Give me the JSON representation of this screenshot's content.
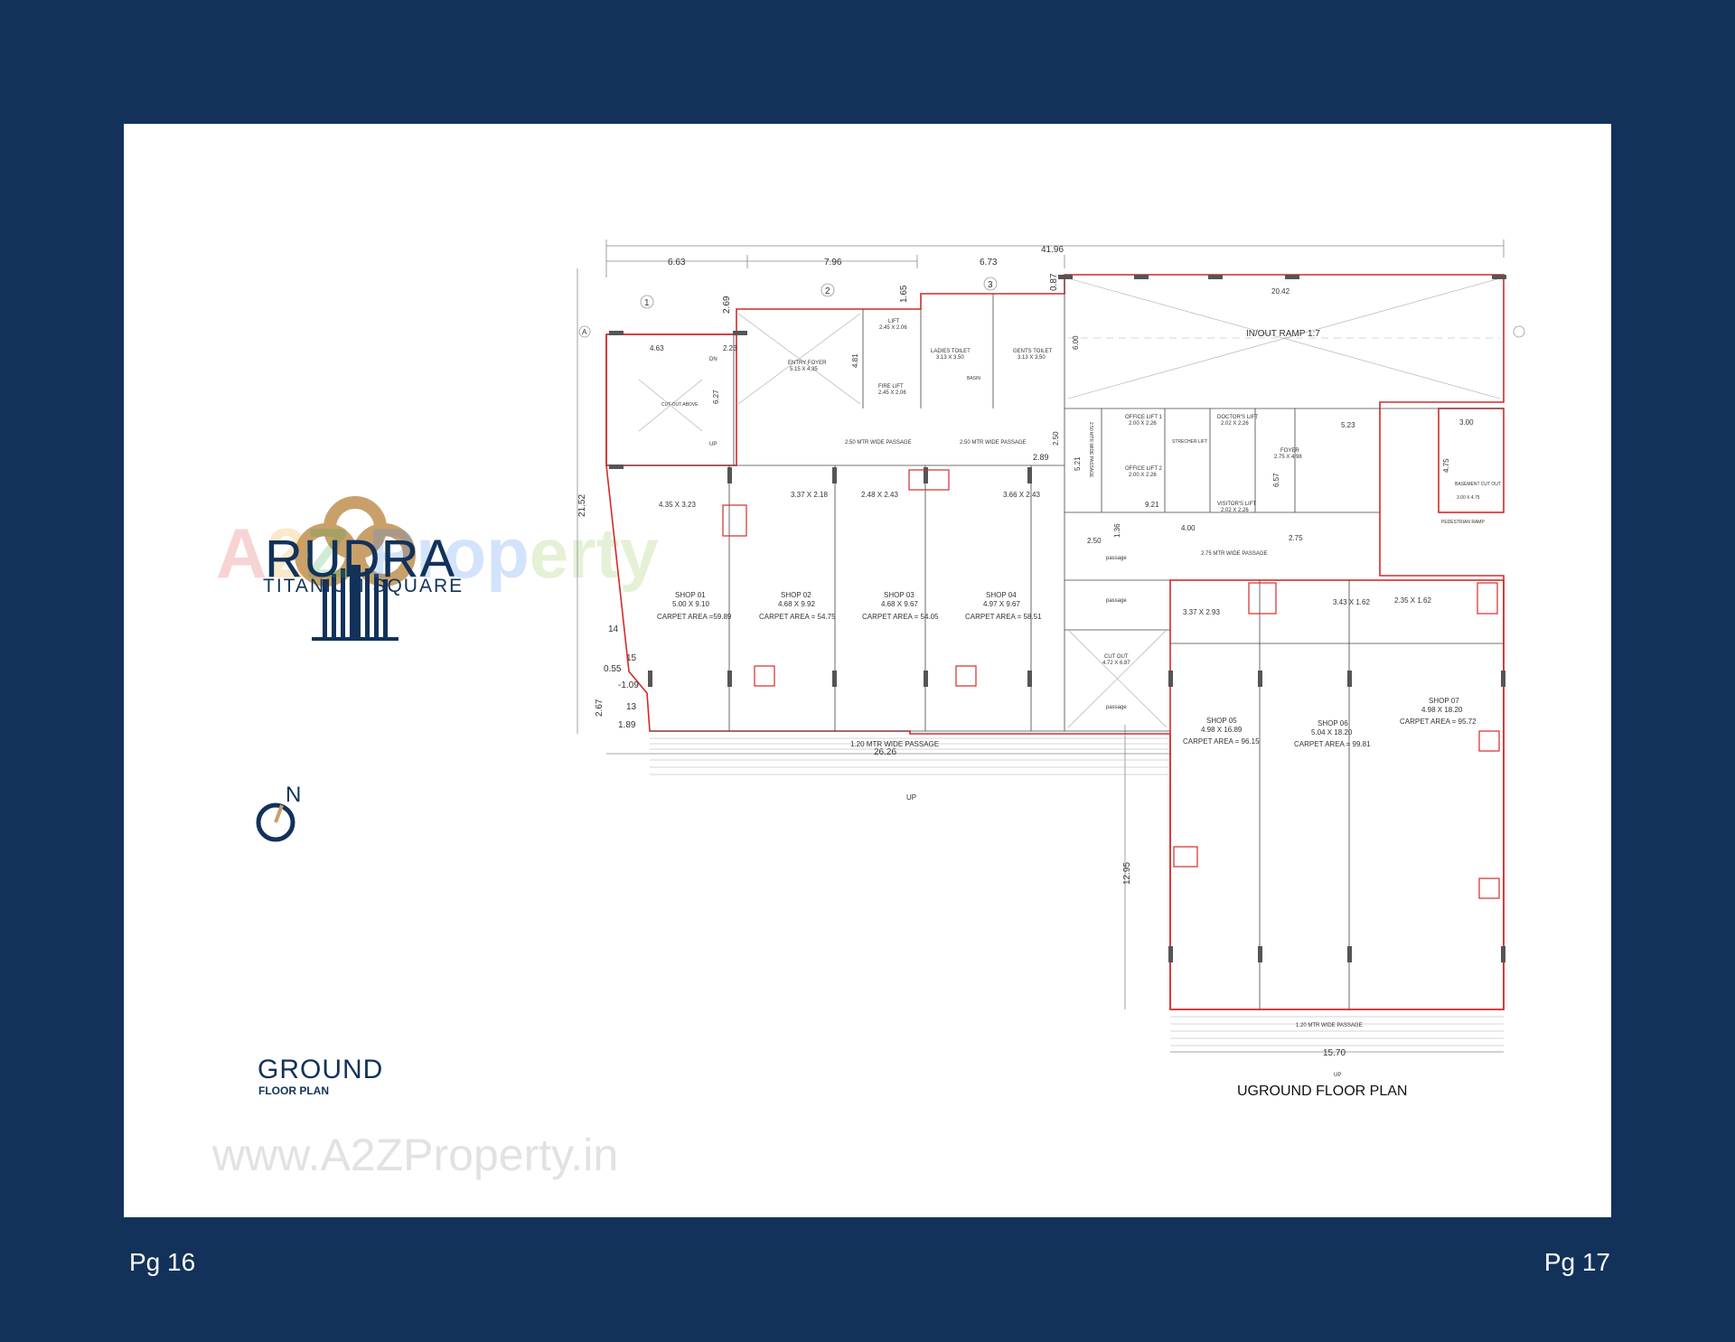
{
  "footer": {
    "left_page": "Pg 16",
    "right_page": "Pg 17"
  },
  "brand": {
    "name": "RUDRA",
    "tagline": "TITANIUM SQUARE",
    "logo_icon": "infinity-flower-building-logo"
  },
  "watermark": {
    "logo_text": "A2Z Property",
    "url": "www.A2ZProperty.in"
  },
  "compass": {
    "letter": "N",
    "icon": "north-arrow-icon"
  },
  "floor_title": {
    "main": "GROUND",
    "sub": "FLOOR PLAN"
  },
  "plan_caption": "UGROUND FLOOR PLAN",
  "colors": {
    "background": "#12325a",
    "sheet": "#ffffff",
    "outline_red": "#d42a2a",
    "logo_gold": "#c9a06a",
    "brand_navy": "#12325a"
  },
  "plan": {
    "overall_dims": {
      "total_width": "41.96",
      "bay_1": "6.63",
      "bay_2": "7.96",
      "bay_3": "6.73",
      "left_height": "21.52",
      "bottom_width": "26.26",
      "right_bottom_width": "15.70",
      "right_height": "12.95"
    },
    "misc_dims": [
      "2.69",
      "1.65",
      "0.87",
      "4.63",
      "2.23",
      "6.27",
      "4.81",
      "6.00",
      "20.42",
      "5.21",
      "2.50",
      "2.89",
      "6.57",
      "5.23",
      "4.75",
      "9.21",
      "4.00",
      "2.75",
      "2.50",
      "1.36",
      "0.55",
      "-1.09",
      "2.67",
      "1.89",
      "3.00"
    ],
    "grid_labels": [
      "1",
      "2",
      "3",
      "A",
      "14",
      "15",
      "13"
    ],
    "rooms": {
      "entry_foyer": "ENTRY FOYER",
      "entry_foyer_dim": "5.15 X 4.35",
      "lift": "LIFT",
      "lift_dim": "2.45 X 2.06",
      "fire_lift": "FIRE LIFT",
      "fire_lift_dim": "2.45 X 2.06",
      "ladies_toilet": "LADIES TOILET",
      "ladies_toilet_dim": "3.13 X 3.50",
      "gents_toilet": "GENTS TOILET",
      "gents_toilet_dim": "3.13 X 3.50",
      "ramp": "IN/OUT RAMP 1:7",
      "passage_a": "2.50 MTR WIDE PASSAGE",
      "passage_b": "2.50 MTR WIDE PASSAGE",
      "passage_c": "2.50 MTR WIDE PASSAGE",
      "passage_d": "2.75 MTR WIDE PASSAGE",
      "office_lift_1": "OFFICE LIFT 1",
      "office_lift_1_dim": "2.00 X 2.26",
      "office_lift_2": "OFFICE LIFT 2",
      "office_lift_2_dim": "2.00 X 2.26",
      "doctors_lift": "DOCTOR'S LIFT",
      "doctors_lift_dim": "2.02 X 2.26",
      "visitors_lift": "VISITOR'S LIFT",
      "visitors_lift_dim": "2.02 X 2.26",
      "strecher_lift": "STRECHER LIFT",
      "foyer": "FOYER",
      "foyer_dim": "2.75 X 4.98",
      "basement_cutout": "BASEMENT CUT OUT",
      "basement_cutout_dim": "3.00 X 4.75",
      "pedestrian_ramp": "PEDESTRIAN RAMP",
      "cut_out": "CUT OUT",
      "cut_out_dim": "4.72 X 6.87",
      "cut_out_above": "CUT-OUT ABOVE",
      "passage_word": "passage",
      "front_passage": "1.20 MTR WIDE PASSAGE",
      "front_up": "UP",
      "right_front_passage": "1.20 MTR WIDE PASSAGE",
      "right_up": "UP",
      "stair_dn": "DN",
      "stair_up": "UP",
      "basin": "BASIN"
    },
    "small_rooms": [
      "4.35 X 3.23",
      "3.37 X 2.18",
      "2.48 X 2.43",
      "3.66 X 2.43",
      "3.37 X 2.93",
      "3.43 X 1.62",
      "2.35 X 1.62"
    ],
    "shops": [
      {
        "name": "SHOP 01",
        "dim": "5.00 X 9.10",
        "area": "CARPET AREA =59.89"
      },
      {
        "name": "SHOP 02",
        "dim": "4.68 X 9.92",
        "area": "CARPET AREA = 54.75"
      },
      {
        "name": "SHOP 03",
        "dim": "4.68 X 9.67",
        "area": "CARPET AREA = 54.05"
      },
      {
        "name": "SHOP 04",
        "dim": "4.97 X 9.67",
        "area": "CARPET AREA = 58.51"
      },
      {
        "name": "SHOP 05",
        "dim": "4.98 X 16.89",
        "area": "CARPET AREA = 96.15"
      },
      {
        "name": "SHOP 06",
        "dim": "5.04 X 18.20",
        "area": "CARPET AREA = 99.81"
      },
      {
        "name": "SHOP 07",
        "dim": "4.98 X 18.20",
        "area": "CARPET AREA = 95.72"
      }
    ]
  }
}
